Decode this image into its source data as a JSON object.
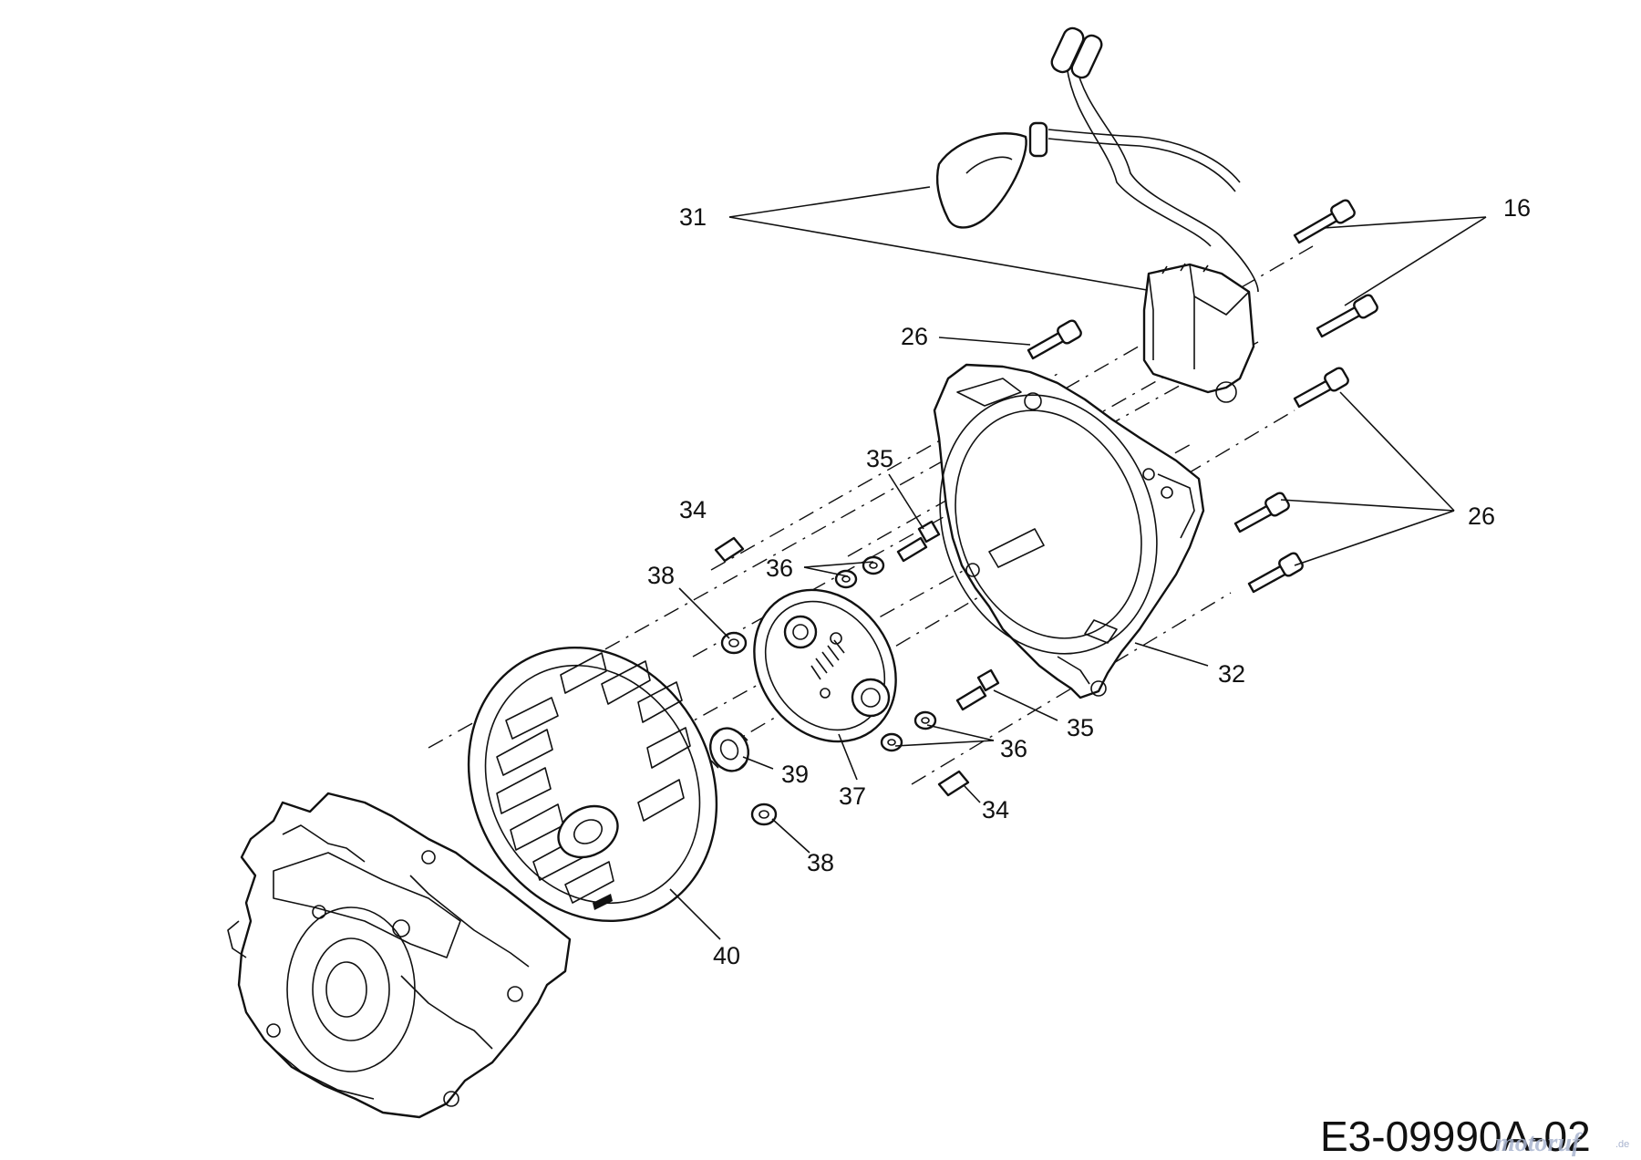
{
  "diagram": {
    "part_labels": [
      {
        "id": "p31",
        "text": "31"
      },
      {
        "id": "p16",
        "text": "16"
      },
      {
        "id": "p26a",
        "text": "26"
      },
      {
        "id": "p35a",
        "text": "35"
      },
      {
        "id": "p34a",
        "text": "34"
      },
      {
        "id": "p26b",
        "text": "26"
      },
      {
        "id": "p36a",
        "text": "36"
      },
      {
        "id": "p38a",
        "text": "38"
      },
      {
        "id": "p32",
        "text": "32"
      },
      {
        "id": "p35b",
        "text": "35"
      },
      {
        "id": "p36b",
        "text": "36"
      },
      {
        "id": "p39",
        "text": "39"
      },
      {
        "id": "p37",
        "text": "37"
      },
      {
        "id": "p34b",
        "text": "34"
      },
      {
        "id": "p38b",
        "text": "38"
      },
      {
        "id": "p40",
        "text": "40"
      }
    ],
    "drawing_code": "E3-09990A-02",
    "watermark": "motoruf",
    "watermark_suffix": ".de"
  }
}
